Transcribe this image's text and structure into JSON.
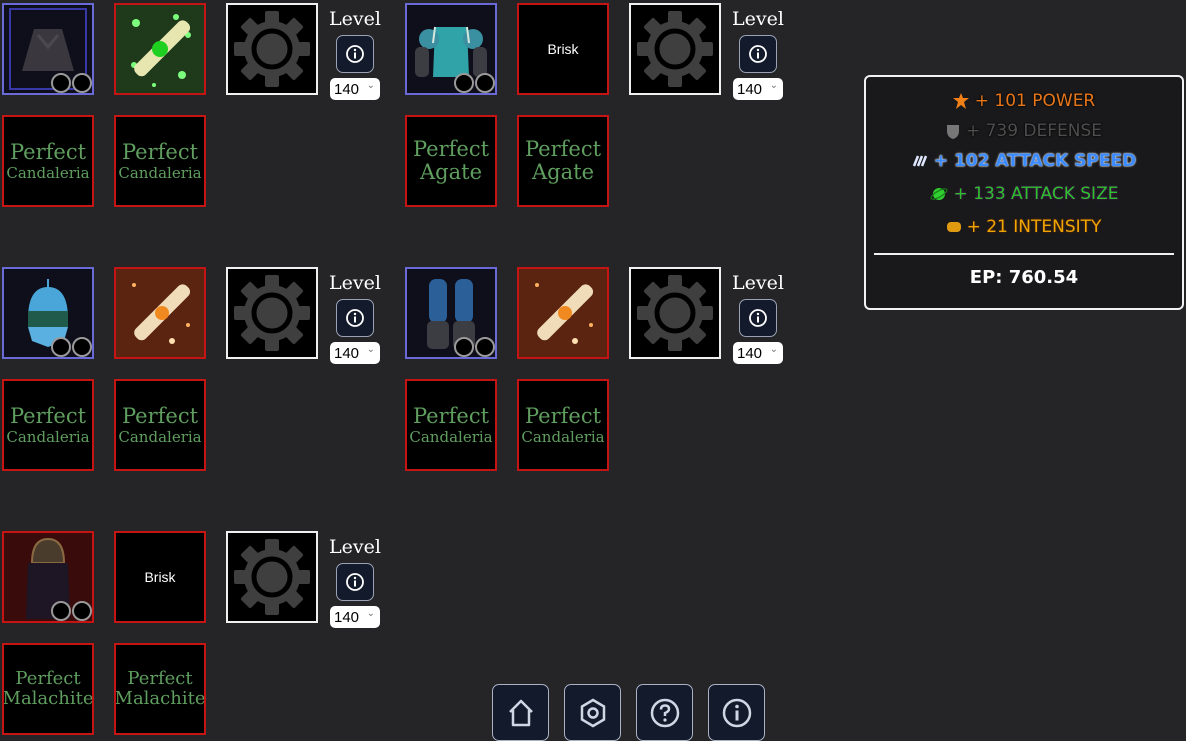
{
  "level_label": "Level",
  "sets": [
    {
      "armor": "chest-robe",
      "armor_border": "blue",
      "enchant": {
        "type": "scroll-green"
      },
      "gems": [
        {
          "line1": "Perfect",
          "line2": "Candaleria"
        },
        {
          "line1": "Perfect",
          "line2": "Candaleria"
        }
      ],
      "level": "140"
    },
    {
      "armor": "chestplate",
      "armor_border": "blue",
      "enchant": {
        "type": "text",
        "label": "Brisk"
      },
      "gems": [
        {
          "line1": "Perfect",
          "line2": "Agate"
        },
        {
          "line1": "Perfect",
          "line2": "Agate"
        }
      ],
      "level": "140"
    },
    {
      "armor": "helmet",
      "armor_border": "blue",
      "enchant": {
        "type": "scroll-orange"
      },
      "gems": [
        {
          "line1": "Perfect",
          "line2": "Candaleria"
        },
        {
          "line1": "Perfect",
          "line2": "Candaleria"
        }
      ],
      "level": "140"
    },
    {
      "armor": "boots",
      "armor_border": "blue",
      "enchant": {
        "type": "scroll-orange"
      },
      "gems": [
        {
          "line1": "Perfect",
          "line2": "Candaleria"
        },
        {
          "line1": "Perfect",
          "line2": "Candaleria"
        }
      ],
      "level": "140"
    },
    {
      "armor": "hood",
      "armor_border": "red",
      "enchant": {
        "type": "text",
        "label": "Brisk"
      },
      "gems": [
        {
          "line1": "Perfect",
          "line2": "Malachite"
        },
        {
          "line1": "Perfect",
          "line2": "Malachite"
        }
      ],
      "level": "140"
    }
  ],
  "stats": {
    "rows": [
      {
        "icon": "power-icon",
        "text": "+ 101 POWER",
        "color": "#e8761a"
      },
      {
        "icon": "defense-icon",
        "text": "+ 739 DEFENSE",
        "color": "#5a5a5a"
      },
      {
        "icon": "attack-speed-icon",
        "text": "+ 102 ATTACK SPEED",
        "color": "#3b8bff"
      },
      {
        "icon": "attack-size-icon",
        "text": "+ 133 ATTACK SIZE",
        "color": "#2fc02f"
      },
      {
        "icon": "intensity-icon",
        "text": "+ 21 INTENSITY",
        "color": "#f0a500"
      }
    ],
    "ep": "EP: 760.54"
  },
  "nav": [
    {
      "name": "home-button",
      "icon": "home-icon"
    },
    {
      "name": "settings-button",
      "icon": "hexagon-settings-icon"
    },
    {
      "name": "help-button",
      "icon": "question-icon"
    },
    {
      "name": "info-button",
      "icon": "info-icon"
    }
  ]
}
